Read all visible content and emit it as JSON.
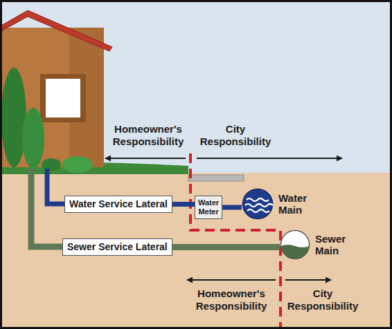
{
  "diagram": {
    "nodes": [
      {
        "text": [
          "Water Service Lateral"
        ]
      },
      {
        "text": [
          "Water Meter"
        ]
      },
      {
        "text": [
          "Water Main"
        ]
      },
      {
        "text": [
          "Sewer Service Lateral"
        ]
      },
      {
        "text": [
          "Sewer Main"
        ]
      }
    ],
    "edges": [
      {
        "from": 0,
        "to": 1,
        "arrow": "none"
      },
      {
        "from": 1,
        "to": 2,
        "arrow": "none"
      },
      {
        "from": 3,
        "to": 4,
        "arrow": "none"
      }
    ],
    "labels": [
      "Homeowner's Responsibility",
      "City Responsibility",
      "Homeowner's Responsibility",
      "City Responsibility"
    ]
  }
}
